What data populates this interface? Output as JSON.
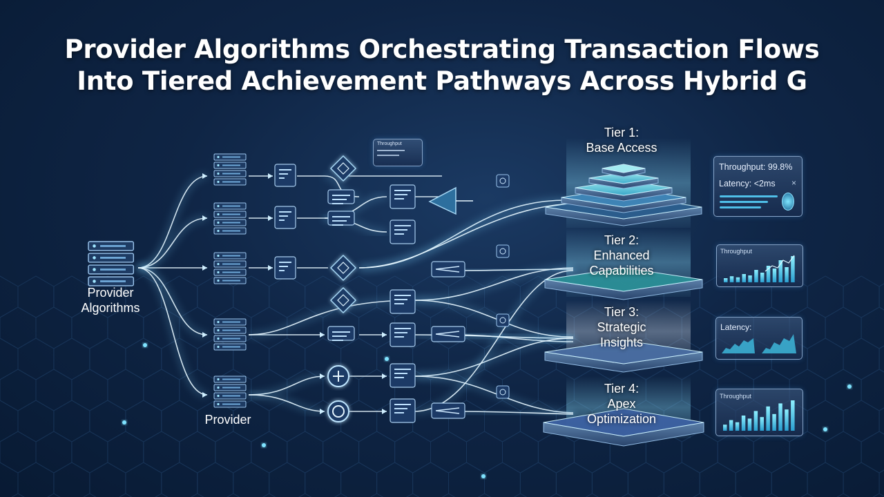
{
  "title": {
    "line1": "Provider Algorithms Orchestrating Transaction Flows",
    "line2": "Into Tiered Achievement Pathways Across Hybrid G"
  },
  "sources": {
    "main_label_line1": "Provider",
    "main_label_line2": "Algorithms",
    "secondary_label": "Provider"
  },
  "tiers": [
    {
      "heading": "Tier 1:",
      "name": "Base Access"
    },
    {
      "heading": "Tier 2:",
      "name_line1": "Enhanced",
      "name_line2": "Capabilities"
    },
    {
      "heading": "Tier 3:",
      "name_line1": "Strategic",
      "name_line2": "Insights"
    },
    {
      "heading": "Tier 4:",
      "name_line1": "Apex",
      "name_line2": "Optimization"
    }
  ],
  "metric_panels": {
    "panel1": {
      "throughput": "Throughput: 99.8%",
      "latency": "Latency: <2ms",
      "close": "×"
    },
    "panel2": {
      "label": "Throughput",
      "bars": [
        0.15,
        0.22,
        0.18,
        0.3,
        0.25,
        0.45,
        0.35,
        0.6,
        0.5,
        0.8,
        0.55,
        0.95
      ]
    },
    "panel3": {
      "label": "Latency:"
    },
    "panel4": {
      "label": "Throughput",
      "bars": [
        0.2,
        0.35,
        0.28,
        0.5,
        0.4,
        0.65,
        0.45,
        0.8,
        0.55,
        0.9,
        0.7,
        1.0
      ]
    }
  },
  "small_label": "Throughput",
  "colors": {
    "accent": "#5fc8ff",
    "flow": "#7fd3ff",
    "flow_core": "#e8f7ff",
    "tier_top": "#6fd8e8",
    "panel_border": "#aac8eb",
    "bar": "#6ad0e8"
  }
}
